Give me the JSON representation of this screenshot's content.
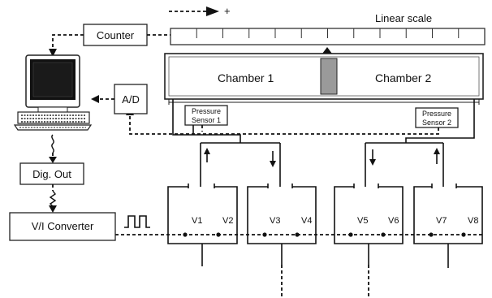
{
  "labels": {
    "direction_sign": "+",
    "linear_scale": "Linear scale",
    "counter": "Counter",
    "ad": "A/D",
    "dig_out": "Dig. Out",
    "vi_converter": "V/I Converter",
    "chamber1": "Chamber 1",
    "chamber2": "Chamber 2",
    "pressure_sensor_1": {
      "line1": "Pressure",
      "line2": "Sensor 1"
    },
    "pressure_sensor_2": {
      "line1": "Pressure",
      "line2": "Sensor 2"
    }
  },
  "valves": [
    "V1",
    "V2",
    "V3",
    "V4",
    "V5",
    "V6",
    "V7",
    "V8"
  ],
  "icons": {
    "computer": "computer-icon",
    "pulse": "pulse-signal-icon",
    "signal": "squiggle-signal-icon"
  }
}
